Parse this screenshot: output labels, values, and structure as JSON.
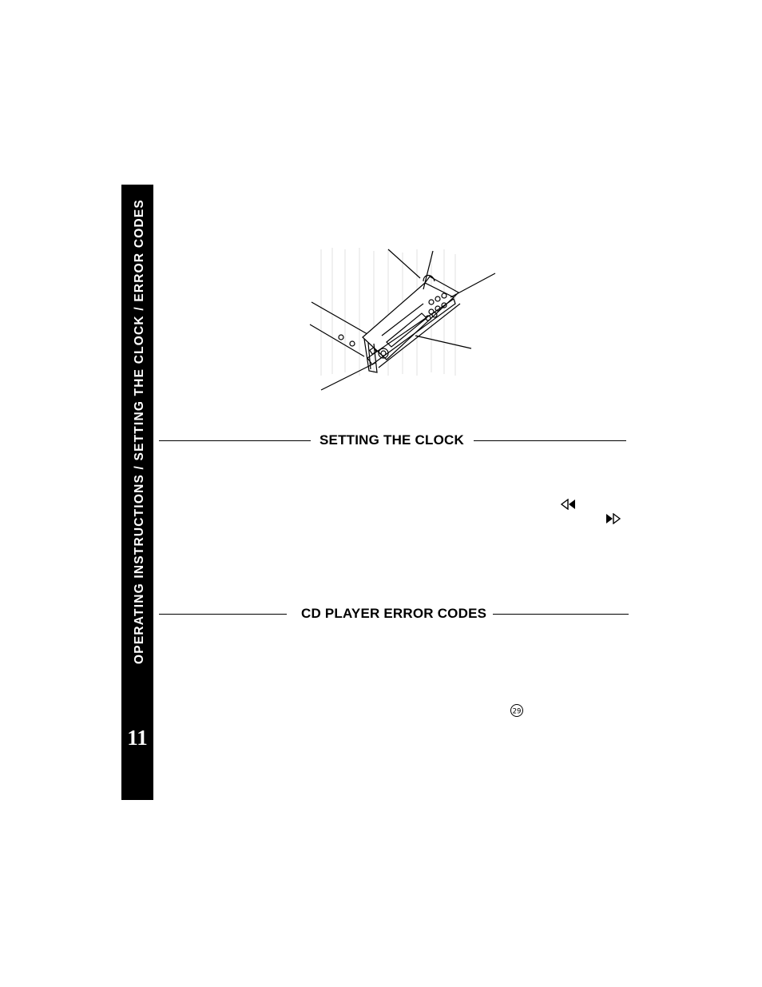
{
  "sidebar": {
    "title": "OPERATING INSTRUCTIONS / SETTING THE CLOCK / ERROR CODES",
    "page_number": "11"
  },
  "sections": {
    "clock": {
      "heading": "SETTING THE CLOCK"
    },
    "error_codes": {
      "heading": "CD PLAYER ERROR CODES"
    }
  },
  "icons": {
    "rewind": "rewind-icon",
    "fast_forward": "fast-forward-icon",
    "number_29": "circled-29-icon"
  }
}
